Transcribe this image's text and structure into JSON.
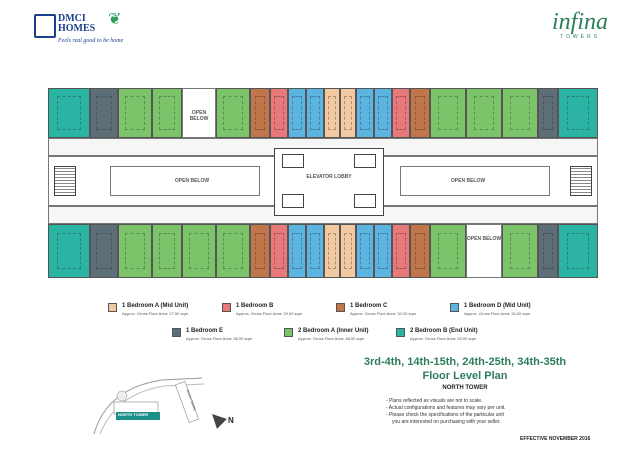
{
  "header": {
    "developer_name": "DMCI HOMES",
    "developer_tagline": "Feels real good to be home",
    "project_name": "infina",
    "project_sub": "TOWERS"
  },
  "plan_labels": {
    "open_below_1": "OPEN BELOW",
    "open_below_2": "OPEN BELOW",
    "open_below_3": "OPEN BELOW",
    "open_below_4": "OPEN BELOW",
    "open_below_5": "OPEN BELOW",
    "elevator_lobby": "ELEVATOR LOBBY"
  },
  "colors": {
    "1br_a_mid": "#f2c9a0",
    "1br_b": "#e8787a",
    "1br_c": "#c0764a",
    "1br_d_mid": "#5bb5e0",
    "1br_e": "#5d6e78",
    "2br_a_inner": "#7cc46a",
    "2br_b_end": "#2bb3a3"
  },
  "legend": [
    {
      "name": "1 Bedroom A (Mid Unit)",
      "area": "Approx. Gross Floor Area: 27.50 sqm",
      "color": "#f2c9a0"
    },
    {
      "name": "1 Bedroom B",
      "area": "Approx. Gross Floor Area: 29.00 sqm",
      "color": "#e8787a"
    },
    {
      "name": "1 Bedroom C",
      "area": "Approx. Gross Floor Area: 32.00 sqm",
      "color": "#c0764a"
    },
    {
      "name": "1 Bedroom D (Mid Unit)",
      "area": "Approx. Gross Floor Area: 32.00 sqm",
      "color": "#5bb5e0"
    },
    {
      "name": "1 Bedroom E",
      "area": "Approx. Gross Floor Area: 36.00 sqm",
      "color": "#5d6e78"
    },
    {
      "name": "2 Bedroom A (Inner Unit)",
      "area": "Approx. Gross Floor Area: 48.50 sqm",
      "color": "#7cc46a"
    },
    {
      "name": "2 Bedroom B (End Unit)",
      "area": "Approx. Gross Floor Area: 53.00 sqm",
      "color": "#2bb3a3"
    }
  ],
  "title": {
    "floors": "3rd-4th, 14th-15th, 24th-25th, 34th-35th",
    "plan": "Floor Level Plan",
    "tower": "NORTH TOWER"
  },
  "notes": [
    "- Plans reflected as visuals are not to scale.",
    "- Actual configurations and features may vary per unit.",
    "- Please check the specifications of the particular unit",
    "  you are interested on purchasing with your seller."
  ],
  "effective": "EFFECTIVE NOVEMBER 2016",
  "keyplan": {
    "tower_label": "NORTH TOWER",
    "other_label": "SOUTH TOWER",
    "compass": "N"
  }
}
